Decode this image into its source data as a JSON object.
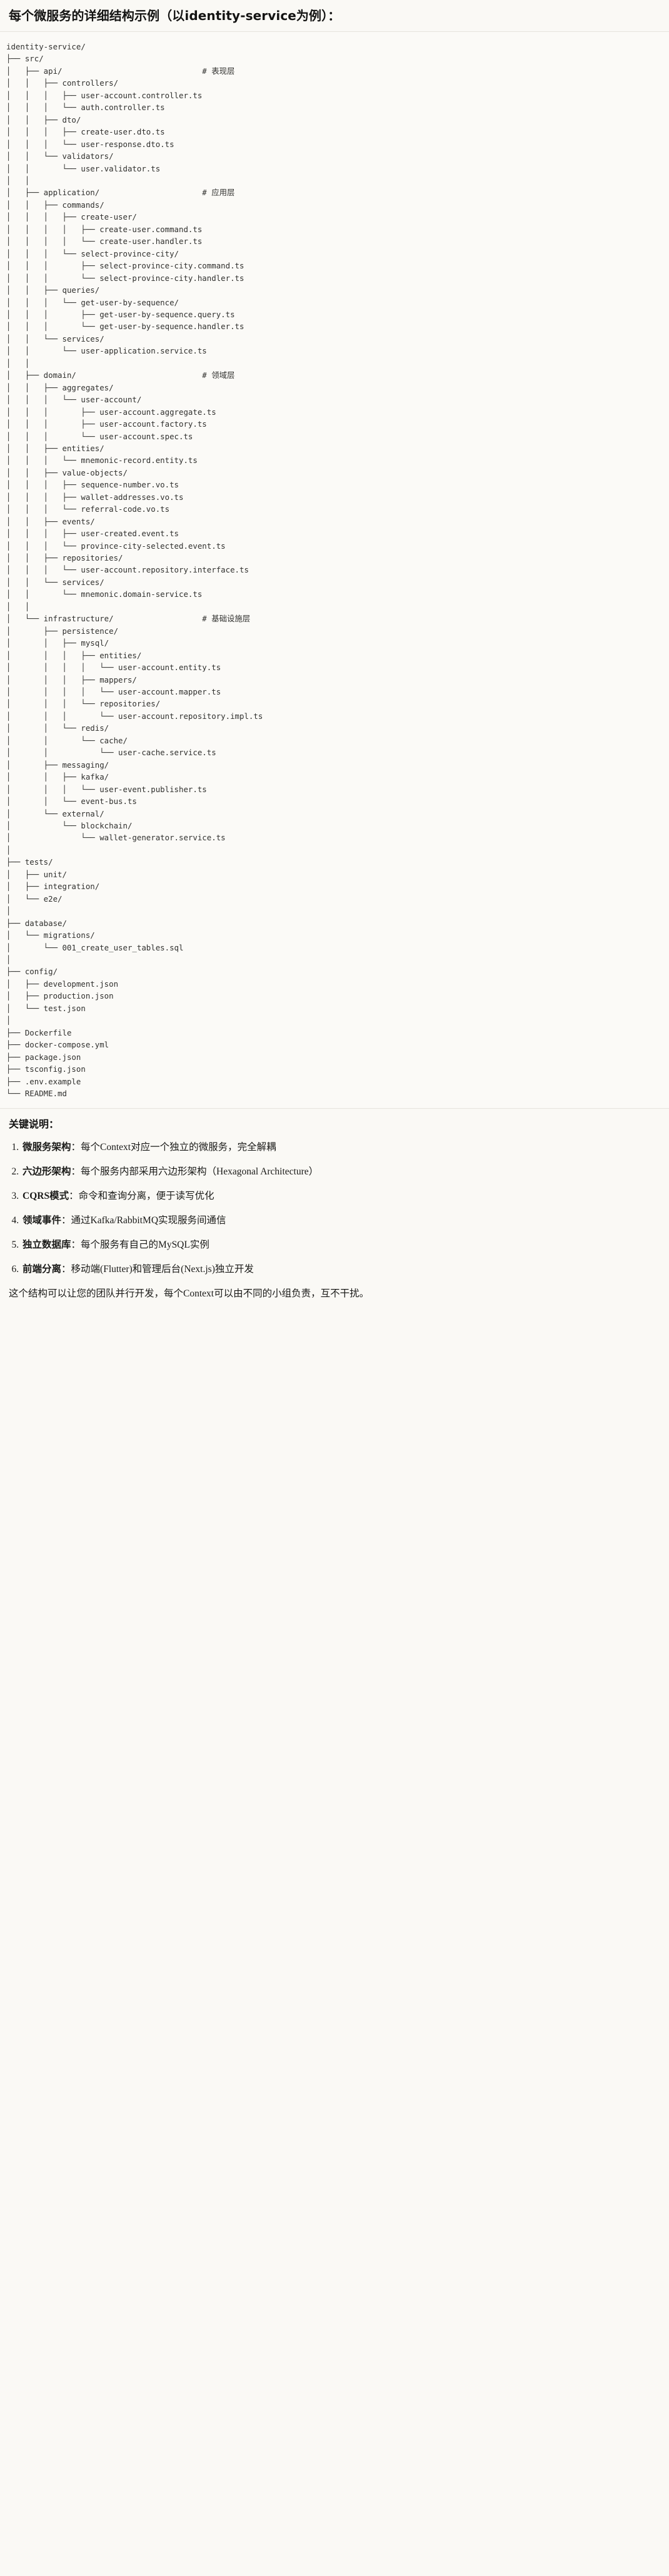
{
  "heading": "每个微服务的详细结构示例（以identity-service为例）：",
  "tree": {
    "root": "identity-service/",
    "text": "identity-service/\n├── src/\n│   ├── api/                              # 表现层\n│   │   ├── controllers/\n│   │   │   ├── user-account.controller.ts\n│   │   │   └── auth.controller.ts\n│   │   ├── dto/\n│   │   │   ├── create-user.dto.ts\n│   │   │   └── user-response.dto.ts\n│   │   └── validators/\n│   │       └── user.validator.ts\n│   │\n│   ├── application/                      # 应用层\n│   │   ├── commands/\n│   │   │   ├── create-user/\n│   │   │   │   ├── create-user.command.ts\n│   │   │   │   └── create-user.handler.ts\n│   │   │   └── select-province-city/\n│   │   │       ├── select-province-city.command.ts\n│   │   │       └── select-province-city.handler.ts\n│   │   ├── queries/\n│   │   │   └── get-user-by-sequence/\n│   │   │       ├── get-user-by-sequence.query.ts\n│   │   │       └── get-user-by-sequence.handler.ts\n│   │   └── services/\n│   │       └── user-application.service.ts\n│   │\n│   ├── domain/                           # 领域层\n│   │   ├── aggregates/\n│   │   │   └── user-account/\n│   │   │       ├── user-account.aggregate.ts\n│   │   │       ├── user-account.factory.ts\n│   │   │       └── user-account.spec.ts\n│   │   ├── entities/\n│   │   │   └── mnemonic-record.entity.ts\n│   │   ├── value-objects/\n│   │   │   ├── sequence-number.vo.ts\n│   │   │   ├── wallet-addresses.vo.ts\n│   │   │   └── referral-code.vo.ts\n│   │   ├── events/\n│   │   │   ├── user-created.event.ts\n│   │   │   └── province-city-selected.event.ts\n│   │   ├── repositories/\n│   │   │   └── user-account.repository.interface.ts\n│   │   └── services/\n│   │       └── mnemonic.domain-service.ts\n│   │\n│   └── infrastructure/                   # 基础设施层\n│       ├── persistence/\n│       │   ├── mysql/\n│       │   │   ├── entities/\n│       │   │   │   └── user-account.entity.ts\n│       │   │   ├── mappers/\n│       │   │   │   └── user-account.mapper.ts\n│       │   │   └── repositories/\n│       │   │       └── user-account.repository.impl.ts\n│       │   └── redis/\n│       │       └── cache/\n│       │           └── user-cache.service.ts\n│       ├── messaging/\n│       │   ├── kafka/\n│       │   │   └── user-event.publisher.ts\n│       │   └── event-bus.ts\n│       └── external/\n│           └── blockchain/\n│               └── wallet-generator.service.ts\n│\n├── tests/\n│   ├── unit/\n│   ├── integration/\n│   └── e2e/\n│\n├── database/\n│   └── migrations/\n│       └── 001_create_user_tables.sql\n│\n├── config/\n│   ├── development.json\n│   ├── production.json\n│   └── test.json\n│\n├── Dockerfile\n├── docker-compose.yml\n├── package.json\n├── tsconfig.json\n├── .env.example\n└── README.md",
    "layer_comments": [
      {
        "target": "api/",
        "comment": "# 表现层"
      },
      {
        "target": "application/",
        "comment": "# 应用层"
      },
      {
        "target": "domain/",
        "comment": "# 领域层"
      },
      {
        "target": "infrastructure/",
        "comment": "# 基础设施层"
      }
    ]
  },
  "notes": {
    "title": "关键说明：",
    "items": [
      {
        "key": "微服务架构",
        "sep": "：",
        "desc": "每个Context对应一个独立的微服务，完全解耦"
      },
      {
        "key": "六边形架构",
        "sep": "：",
        "desc": "每个服务内部采用六边形架构（Hexagonal Architecture）"
      },
      {
        "key": "CQRS模式",
        "sep": "：",
        "desc": "命令和查询分离，便于读写优化"
      },
      {
        "key": "领域事件",
        "sep": "：",
        "desc": "通过Kafka/RabbitMQ实现服务间通信"
      },
      {
        "key": "独立数据库",
        "sep": "：",
        "desc": "每个服务有自己的MySQL实例"
      },
      {
        "key": "前端分离",
        "sep": "：",
        "desc": "移动端(Flutter)和管理后台(Next.js)独立开发"
      }
    ],
    "closing": "这个结构可以让您的团队并行开发，每个Context可以由不同的小组负责，互不干扰。"
  },
  "colors": {
    "page_bg": "#faf9f5",
    "code_bg": "#fbfaf7",
    "text": "#1a1a18",
    "code_text": "#30302e",
    "rule": "#e6e4dd"
  }
}
